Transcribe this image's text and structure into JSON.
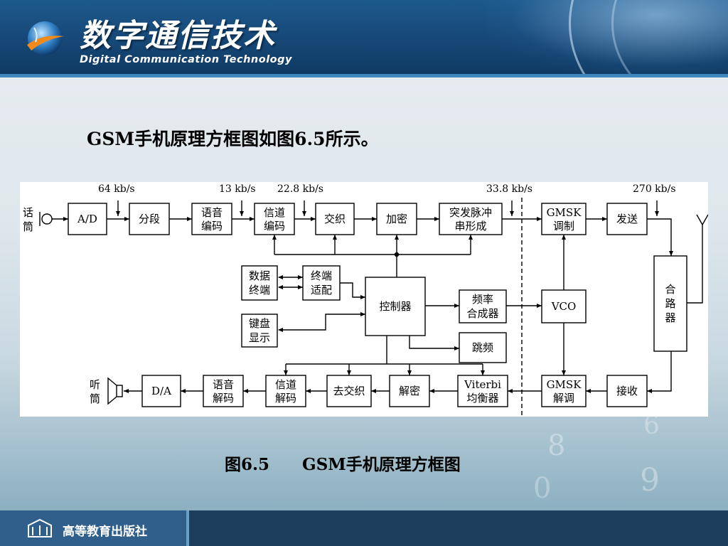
{
  "header": {
    "title_cn": "数字通信技术",
    "title_en": "Digital Communication Technology",
    "logo_icon": "globe-swoosh-icon"
  },
  "intro_text": "GSM手机原理方框图如图6.5所示。",
  "diagram": {
    "rates": {
      "r64": "64 kb/s",
      "r13": "13 kb/s",
      "r22": "22.8 kb/s",
      "r33": "33.8 kb/s",
      "r270": "270 kb/s"
    },
    "mic_label": [
      "话",
      "筒"
    ],
    "speaker_label": [
      "听",
      "筒"
    ],
    "tx_chain": {
      "ad": "A/D",
      "segment": "分段",
      "speech_enc": [
        "语音",
        "编码"
      ],
      "channel_enc": [
        "信道",
        "编码"
      ],
      "interleave": "交织",
      "encrypt": "加密",
      "burst": [
        "突发脉冲",
        "串形成"
      ],
      "gmsk_mod": [
        "GMSK",
        "调制"
      ],
      "transmit": "发送"
    },
    "rx_chain": {
      "receive": "接收",
      "gmsk_demod": [
        "GMSK",
        "解调"
      ],
      "viterbi": [
        "Viterbi",
        "均衡器"
      ],
      "decrypt": "解密",
      "deinterleave": "去交织",
      "channel_dec": [
        "信道",
        "解码"
      ],
      "speech_dec": [
        "语音",
        "解码"
      ],
      "da": "D/A"
    },
    "control": {
      "data_terminal": [
        "数据",
        "终端"
      ],
      "terminal_adapter": [
        "终端",
        "适配"
      ],
      "keypad_display": [
        "键盘",
        "显示"
      ],
      "controller": "控制器",
      "synth": [
        "频率",
        "合成器"
      ],
      "hopping": "跳频",
      "vco": "VCO",
      "combiner": [
        "合",
        "路",
        "器"
      ]
    }
  },
  "caption": {
    "number": "图6.5",
    "title": "GSM手机原理方框图"
  },
  "footer": {
    "publisher": "高等教育出版社"
  },
  "colors": {
    "header_blue": "#174a7a",
    "footer_navy": "#1d3d5c"
  }
}
